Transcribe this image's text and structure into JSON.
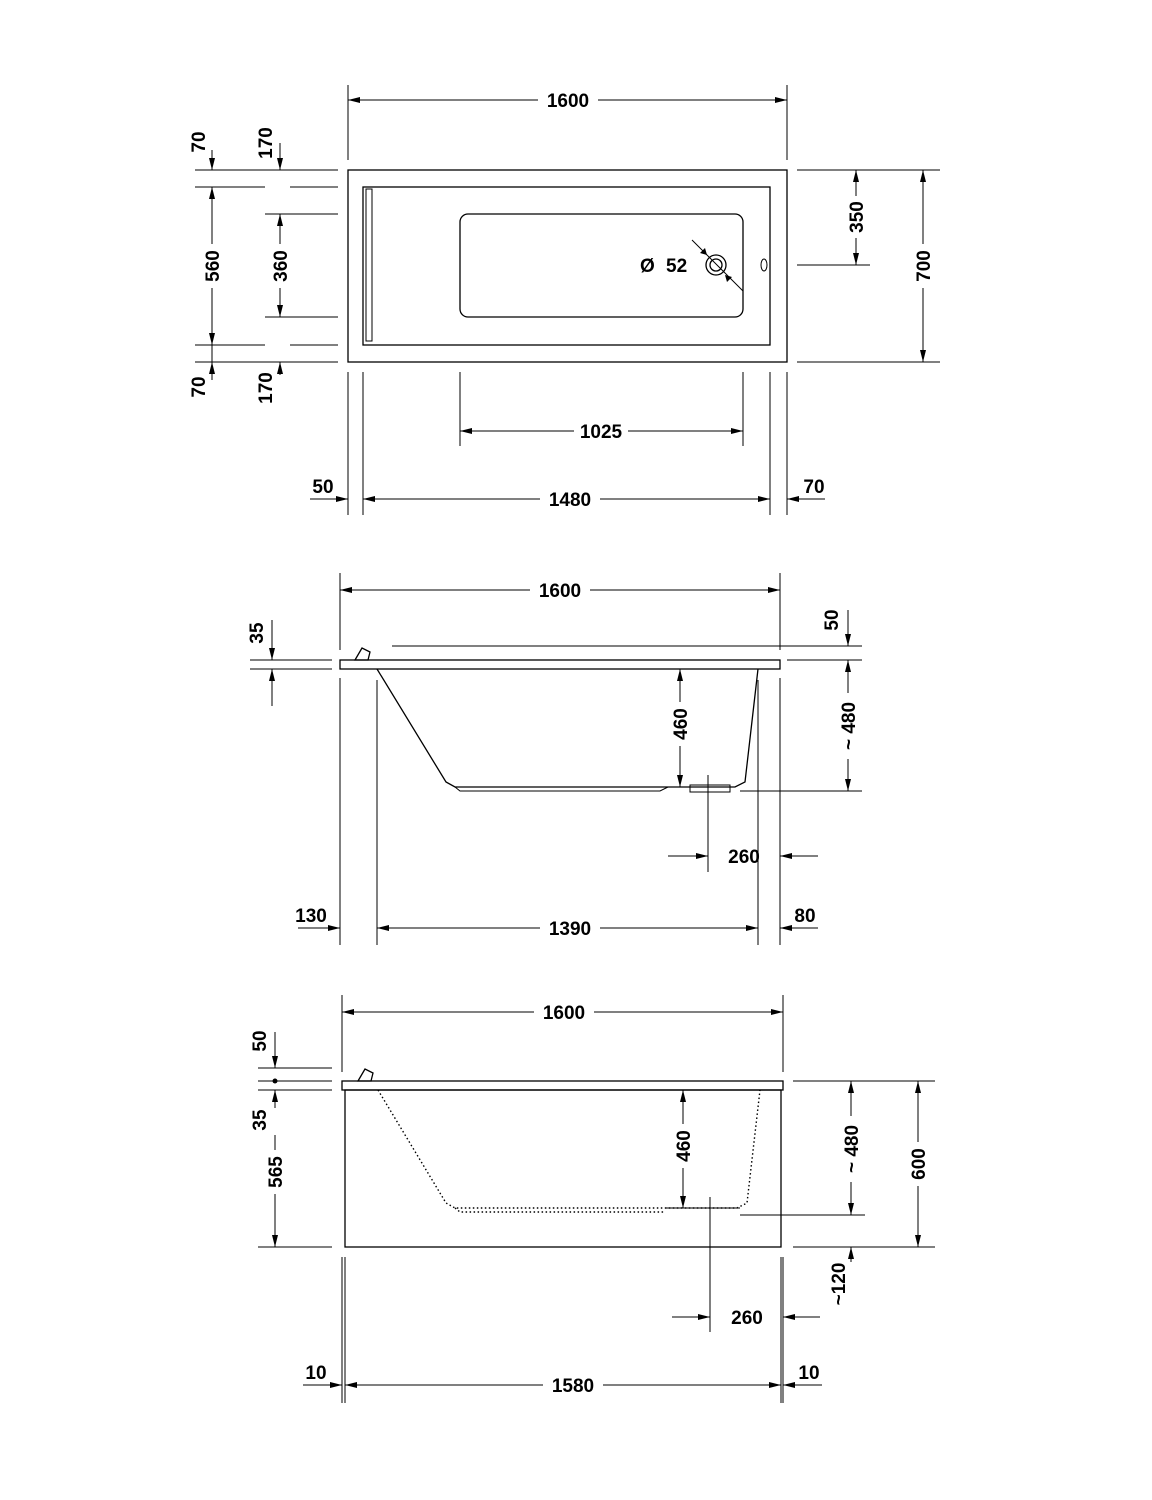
{
  "top_view": {
    "overall_length": "1600",
    "overall_width": "700",
    "rim_left": "70",
    "rim_left_inner": "170",
    "width_inner": "560",
    "basin_width": "360",
    "rim_right": "70",
    "rim_right_inner": "170",
    "drain_offset": "350",
    "drain_diameter": "52",
    "drain_diameter_symbol": "Ø",
    "basin_floor_length": "1025",
    "offset_left": "50",
    "inner_length": "1480",
    "offset_right": "70"
  },
  "side_view_1": {
    "overall_length": "1600",
    "rim_height": "35",
    "top_gap": "50",
    "depth": "460",
    "total_height": "~ 480",
    "drain_position": "260",
    "offset_left": "130",
    "inner_length": "1390",
    "offset_right": "80"
  },
  "side_view_2": {
    "overall_length": "1600",
    "rim_top": "50",
    "rim_height": "35",
    "panel_height": "565",
    "depth": "460",
    "total_height": "~ 480",
    "overall_height": "600",
    "feet": "~120",
    "drain_position": "260",
    "offset_left": "10",
    "inner_length": "1580",
    "offset_right": "10"
  }
}
